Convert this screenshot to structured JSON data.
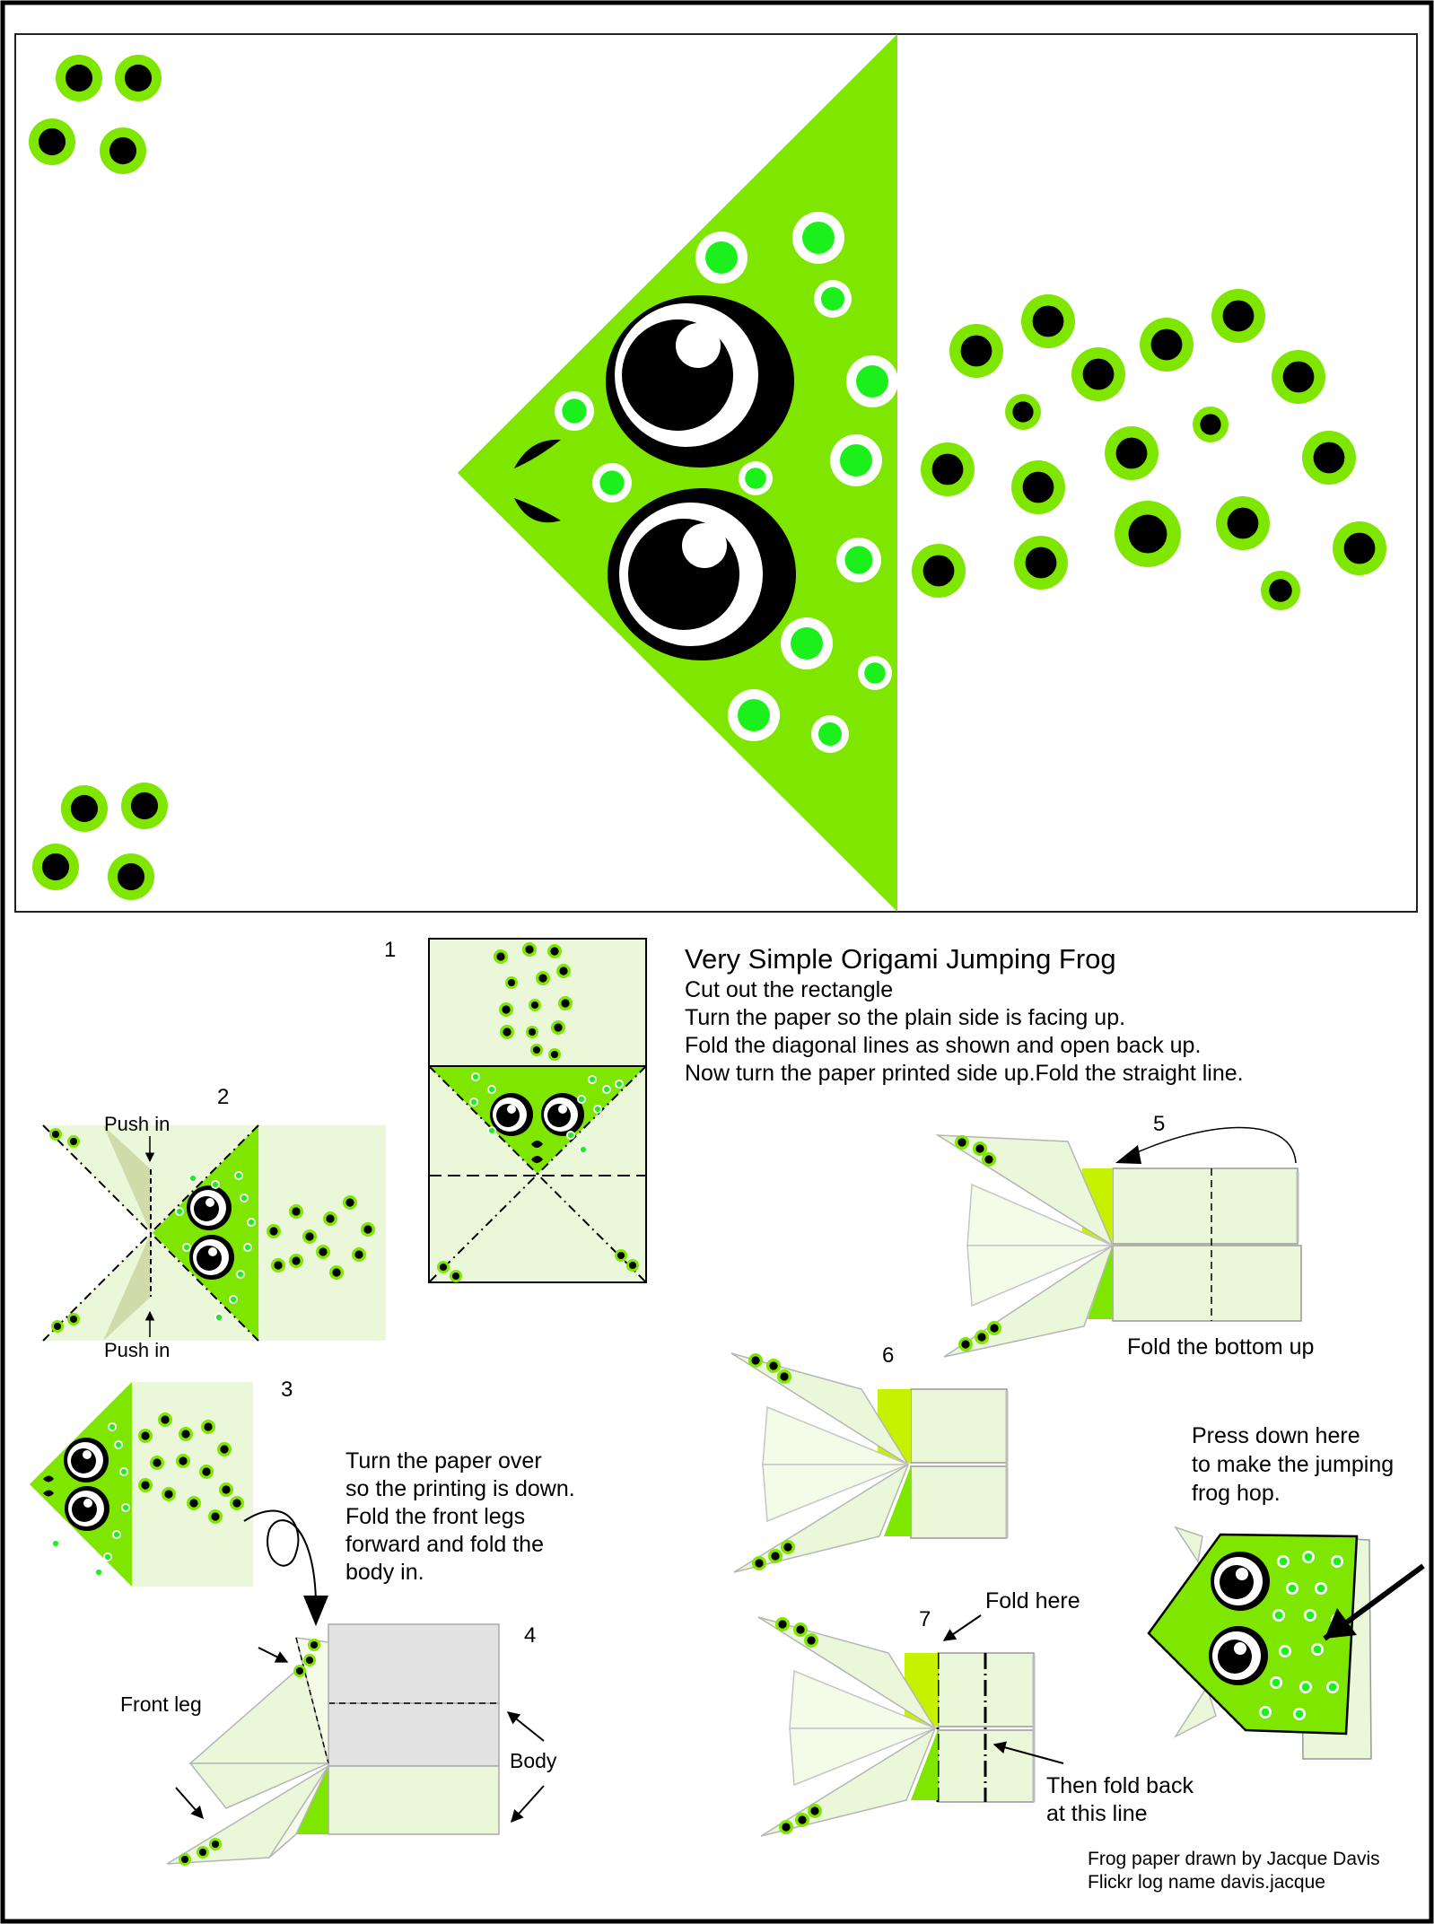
{
  "colors": {
    "lime": "#7fe600",
    "bright_green": "#1cf01c",
    "pale_green": "#eaf7d8",
    "sage": "#cfdcaa",
    "grey_flap": "#e2e2e2",
    "yellow_green": "#c6f200",
    "ink": "#000000"
  },
  "icons": [
    "cut-line",
    "eye",
    "spot",
    "curved-arrow-icon",
    "arrow-icon"
  ],
  "title": "Very Simple Origami Jumping Frog",
  "intro_lines": [
    "Cut out the rectangle",
    "Turn the paper so the plain side is facing up.",
    "Fold the diagonal lines as shown and open back up.",
    "Now turn the paper printed side up.Fold the straight line."
  ],
  "steps": {
    "s1": {
      "number": "1"
    },
    "s2": {
      "number": "2",
      "push_in_top": "Push in",
      "push_in_bottom": "Push in"
    },
    "s3": {
      "number": "3",
      "text": [
        "Turn the paper over",
        "so the printing is down.",
        "Fold the front legs",
        "forward and fold the",
        "body in."
      ]
    },
    "s4": {
      "number": "4",
      "front_leg": "Front leg",
      "body": "Body"
    },
    "s5": {
      "number": "5",
      "text": "Fold the bottom up"
    },
    "s6": {
      "number": "6"
    },
    "s7": {
      "number": "7",
      "fold_here": "Fold here",
      "then_fold": [
        "Then fold back",
        "at this line"
      ]
    },
    "finish": {
      "text": [
        "Press down here",
        "to make the jumping",
        "frog hop."
      ]
    }
  },
  "credits": [
    "Frog paper drawn by Jacque Davis",
    "Flickr log name  davis.jacque"
  ]
}
